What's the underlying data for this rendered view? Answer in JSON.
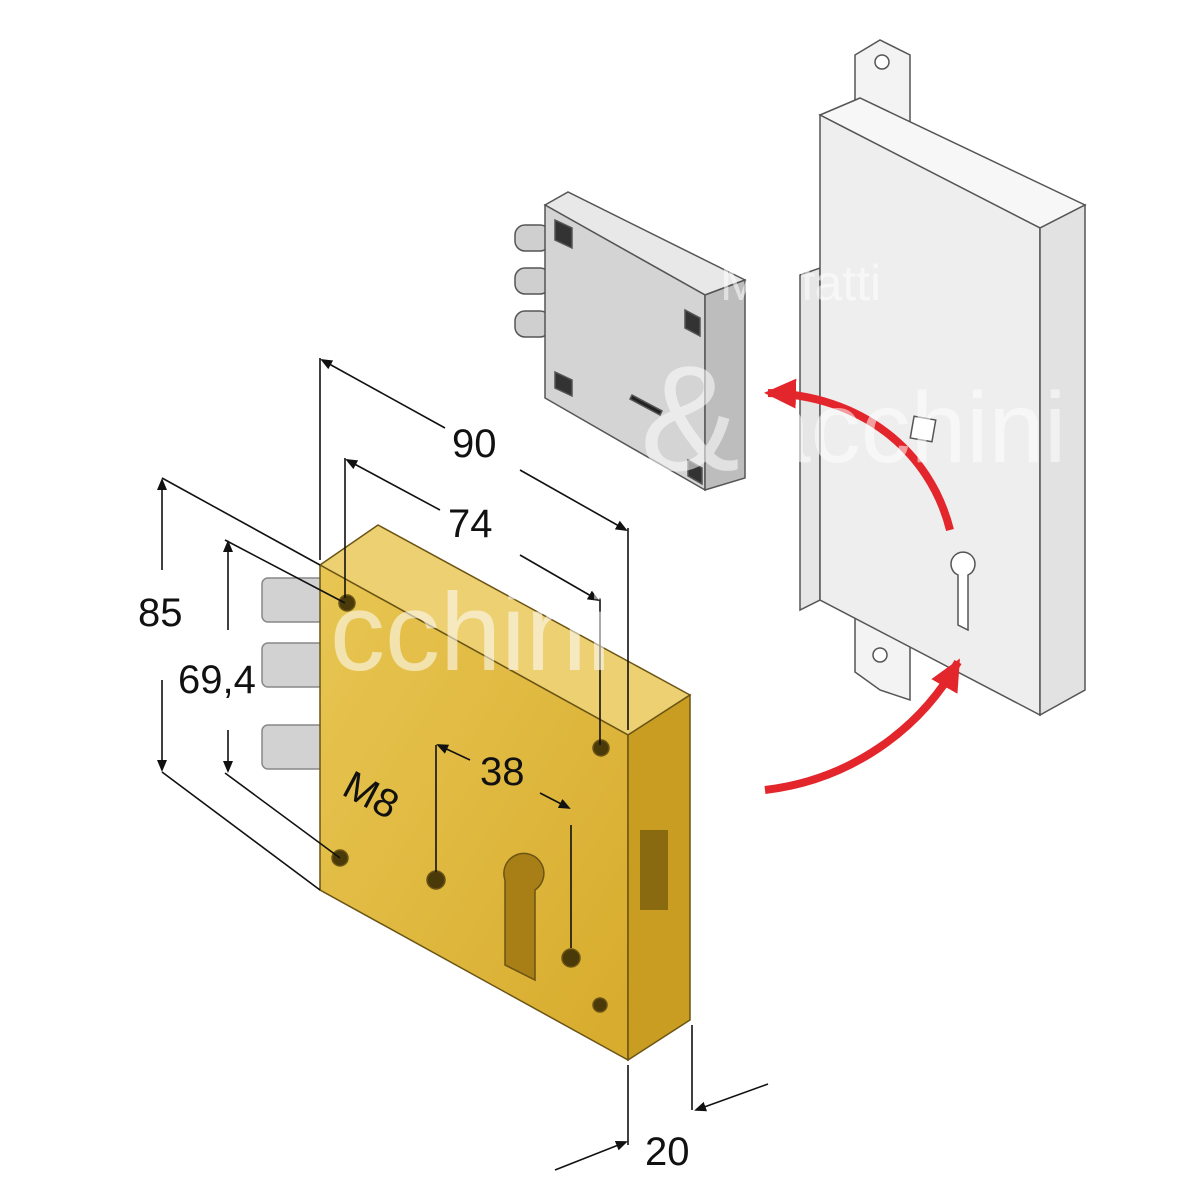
{
  "diagram": {
    "dimensions": {
      "width_outer": "90",
      "width_inner": "74",
      "height_outer": "85",
      "height_inner": "69,4",
      "cylinder_offset": "38",
      "screw": "M8",
      "depth": "20"
    },
    "watermark": {
      "brand_top": "Malfatti",
      "brand_symbol": "&",
      "brand_bottom": "Tacchini"
    },
    "colors": {
      "brass": "#e0b83a",
      "brass_dark": "#c99d22",
      "silver": "#d6d6d6",
      "plate": "#f1f1f1",
      "arrow": "#e3262b",
      "line": "#111111"
    }
  }
}
